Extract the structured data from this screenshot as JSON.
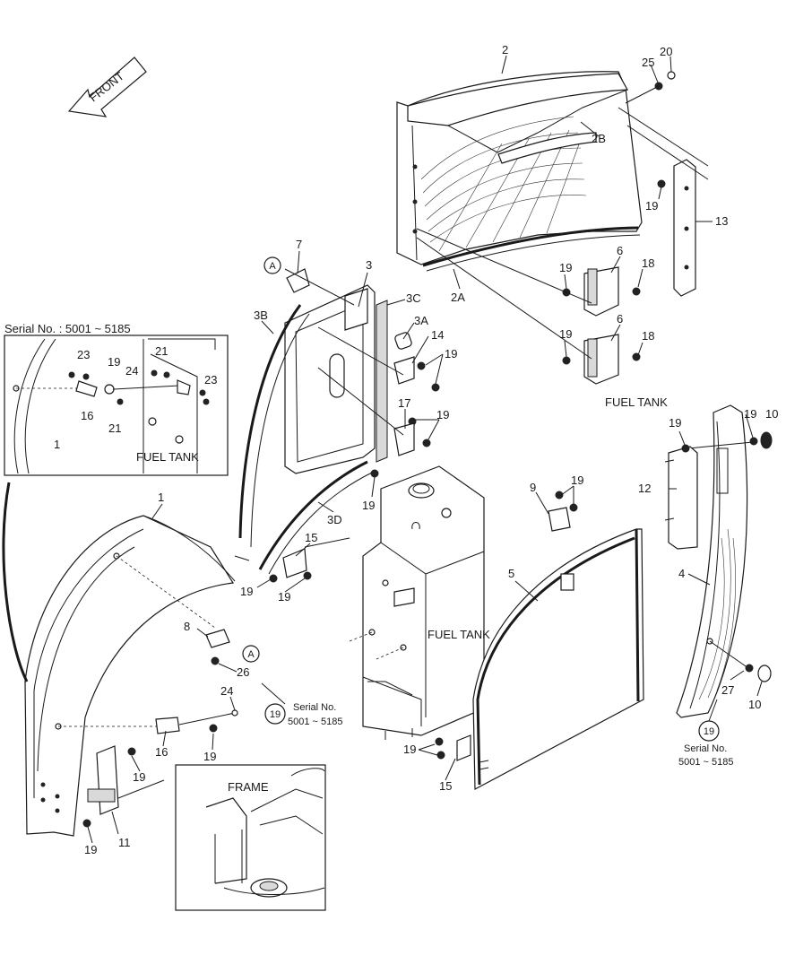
{
  "front_label": "FRONT",
  "inset_serial": "Serial No. : 5001 ~ 5185",
  "inset_fuel_tank": "FUEL TANK",
  "fuel_tank_main": "FUEL TANK",
  "fuel_tank_upper": "FUEL TANK",
  "frame_label": "FRAME",
  "ref_a": "A",
  "ref_19": "19",
  "serial_center": [
    "Serial No.",
    "5001 ~ 5185"
  ],
  "serial_right": [
    "Serial No.",
    "5001 ~ 5185"
  ],
  "callouts": {
    "c2": "2",
    "c20": "20",
    "c25": "25",
    "c2B": "2B",
    "c19a": "19",
    "c13": "13",
    "c7": "7",
    "c3": "3",
    "c3C": "3C",
    "c3B": "3B",
    "c3A": "3A",
    "c2A": "2A",
    "c6a": "6",
    "c19b": "19",
    "c18a": "18",
    "c6b": "6",
    "c19c": "19",
    "c18b": "18",
    "c14": "14",
    "c19d": "19",
    "c17": "17",
    "c19e": "19",
    "c19f": "19",
    "c3D": "3D",
    "c15a": "15",
    "c19g": "19",
    "c19h": "19",
    "c9": "9",
    "c19i": "19",
    "c5": "5",
    "c19j": "19",
    "c10a": "10",
    "c12": "12",
    "c4": "4",
    "c27": "27",
    "c10b": "10",
    "c1": "1",
    "c8": "8",
    "c26": "26",
    "c24": "24",
    "c16": "16",
    "c19k": "19",
    "c11": "11",
    "c19l": "19",
    "c19m": "19",
    "c15b": "15",
    "c19n": "19",
    "i23a": "23",
    "i19": "19",
    "i24": "24",
    "i21a": "21",
    "i23b": "23",
    "i16": "16",
    "i21b": "21",
    "i1": "1"
  }
}
